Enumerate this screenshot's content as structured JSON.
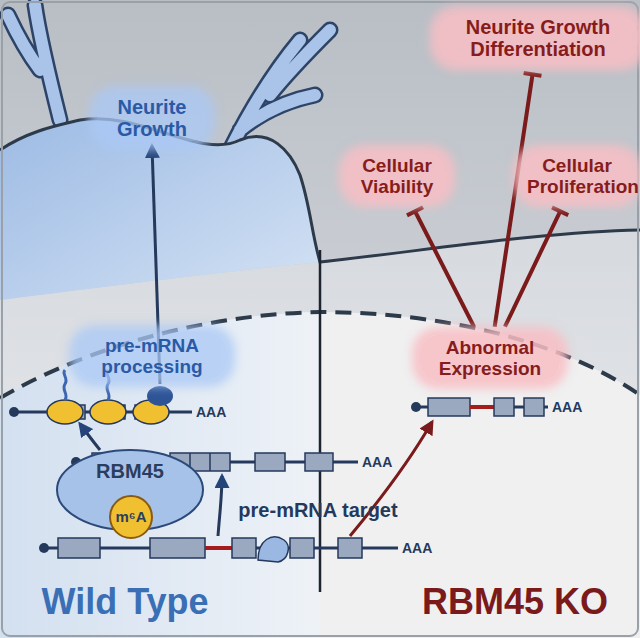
{
  "diagram": {
    "nodes": [
      {
        "text": [
          "Neurite Growth"
        ]
      },
      {
        "text": [
          "Cellular Viability"
        ]
      },
      {
        "text": [
          "Neurite Growth Differentiation"
        ]
      },
      {
        "text": [
          "Cellular Proliferation"
        ]
      },
      {
        "text": [
          "pre-mRNA processing"
        ]
      },
      {
        "text": [
          "Abnormal Expression"
        ]
      },
      {
        "text": [
          "RBM45"
        ]
      },
      {
        "text": [
          "m⁶A"
        ],
        "in": 6
      }
    ],
    "edges": [
      {
        "from": 5,
        "to": 1,
        "arrow": "to"
      },
      {
        "from": 5,
        "to": 2,
        "arrow": "to"
      },
      {
        "from": 5,
        "to": 3,
        "arrow": "to"
      }
    ],
    "labels": [
      "AAA",
      "AAA",
      "AAA",
      "AAA",
      "pre-mRNA target",
      "Wild Type",
      "RBM45 KO"
    ]
  }
}
